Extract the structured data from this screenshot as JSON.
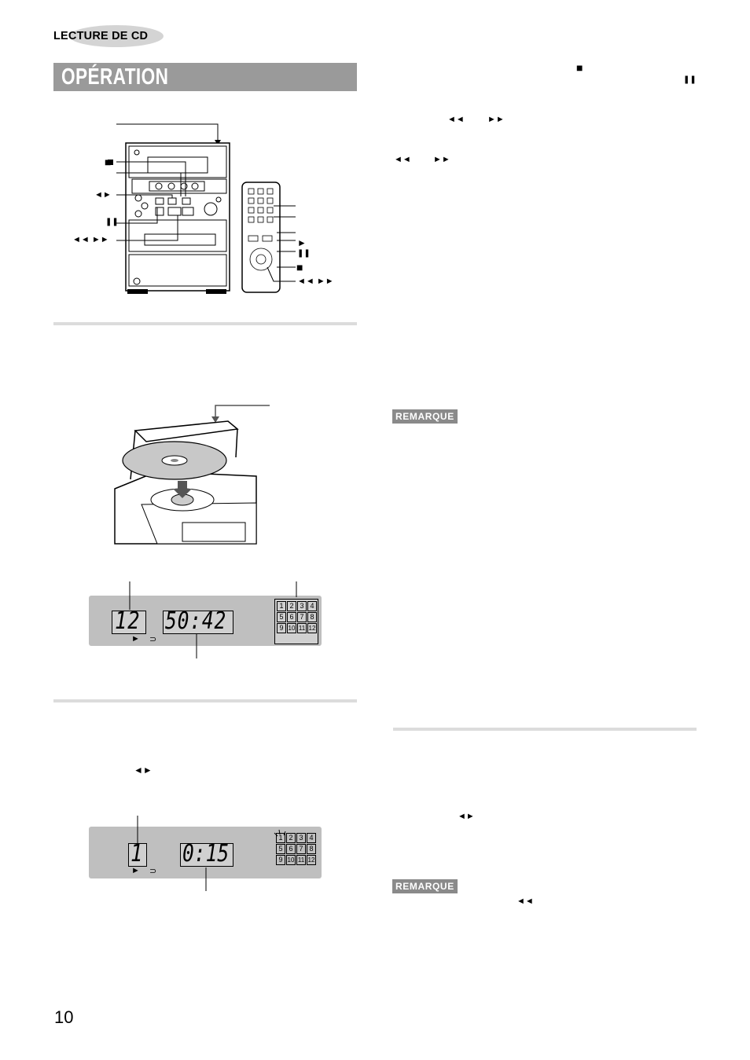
{
  "header": {
    "section_label": "LECTURE DE CD",
    "title": "OPÉRATION"
  },
  "stereo_diagram": {
    "labels": {
      "stop": "■",
      "play_pause": "◄►",
      "pause": "❚❚",
      "skip": "◄◄  ►►"
    }
  },
  "remote_labels": {
    "play": "►",
    "pause": "❚❚",
    "stop": "■",
    "skip": "◄◄  ►►"
  },
  "display1": {
    "track": "12",
    "time": "50:42",
    "tracks": [
      "1",
      "2",
      "3",
      "4",
      "5",
      "6",
      "7",
      "8",
      "9",
      "10",
      "11",
      "12"
    ]
  },
  "display2": {
    "track": "1",
    "time": "0:15",
    "tracks": [
      "1",
      "2",
      "3",
      "4",
      "5",
      "6",
      "7",
      "8",
      "9",
      "10",
      "11",
      "12"
    ]
  },
  "left_column": {
    "play_symbol": "◄►"
  },
  "right_column": {
    "stop_symbol": "■",
    "pause_symbol": "❚❚",
    "rew_symbol": "◄◄",
    "ff_symbol": "►►",
    "rew_symbol_2": "◄◄",
    "ff_symbol_2": "►►",
    "remarque_1": "REMARQUE",
    "play_symbol": "◄►",
    "remarque_2": "REMARQUE",
    "rew_symbol_3": "◄◄"
  },
  "footer": {
    "page_number": "10"
  }
}
